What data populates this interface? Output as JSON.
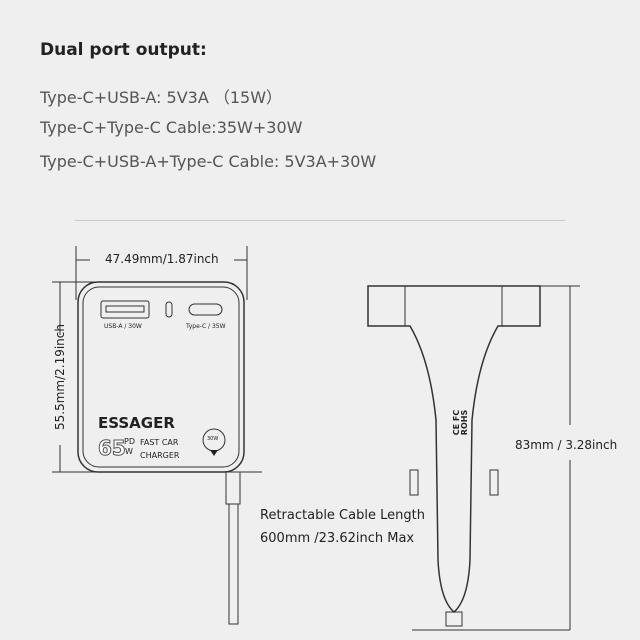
{
  "header": {
    "title": "Dual port output:"
  },
  "specs": [
    "Type-C+USB-A:  5V3A （15W）",
    "Type-C+Type-C Cable:35W+30W",
    "Type-C+USB-A+Type-C Cable: 5V3A+30W"
  ],
  "dimensions": {
    "width": "47.49mm/1.87inch",
    "height": "55.5mm/2.19inch",
    "length": "83mm / 3.28inch",
    "cable_title": "Retractable Cable Length",
    "cable_length": "600mm /23.62inch Max"
  },
  "front_view": {
    "port_usb_a": "USB-A / 30W",
    "port_type_c": "Type-C / 35W",
    "brand": "ESSAGER",
    "wattage": "65",
    "pd": "PD",
    "w": "W",
    "line1": "FAST CAR",
    "line2": "CHARGER",
    "cable_badge": "30W"
  },
  "side_view": {
    "ce": "CE FC",
    "rohs": "ROHS"
  }
}
